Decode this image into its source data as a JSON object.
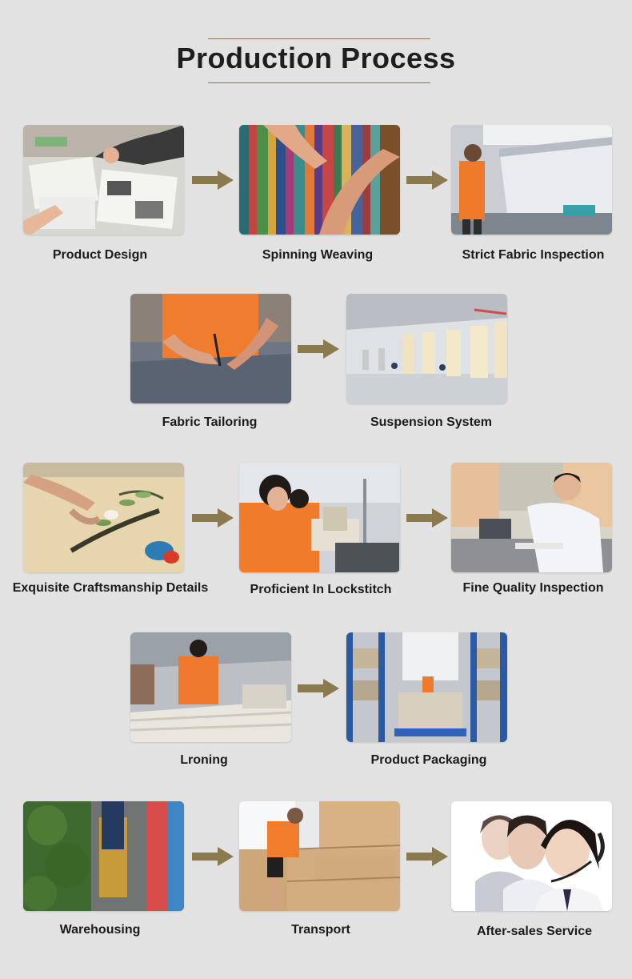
{
  "header": {
    "title": "Production Process"
  },
  "colors": {
    "arrow": "#8b7a4e",
    "rule": "#8a7550",
    "background": "#e2e2e2"
  },
  "steps": [
    {
      "label": "Product Design",
      "scene": "design-desk-scene"
    },
    {
      "label": "Spinning Weaving",
      "scene": "weaving-loom-scene"
    },
    {
      "label": "Strict Fabric Inspection",
      "scene": "fabric-inspection-scene"
    },
    {
      "label": "Fabric Tailoring",
      "scene": "fabric-cutting-scene"
    },
    {
      "label": "Suspension System",
      "scene": "factory-hangers-scene"
    },
    {
      "label": "Exquisite Craftsmanship Details",
      "scene": "embroidery-scene"
    },
    {
      "label": "Proficient In Lockstitch",
      "scene": "sewing-machine-scene"
    },
    {
      "label": "Fine Quality Inspection",
      "scene": "lab-inspection-scene"
    },
    {
      "label": "Lroning",
      "scene": "ironing-scene"
    },
    {
      "label": "Product Packaging",
      "scene": "warehouse-shelves-scene"
    },
    {
      "label": "Warehousing",
      "scene": "aerial-storage-scene"
    },
    {
      "label": "Transport",
      "scene": "carton-loading-scene"
    },
    {
      "label": "After-sales Service",
      "scene": "headset-support-scene"
    }
  ]
}
